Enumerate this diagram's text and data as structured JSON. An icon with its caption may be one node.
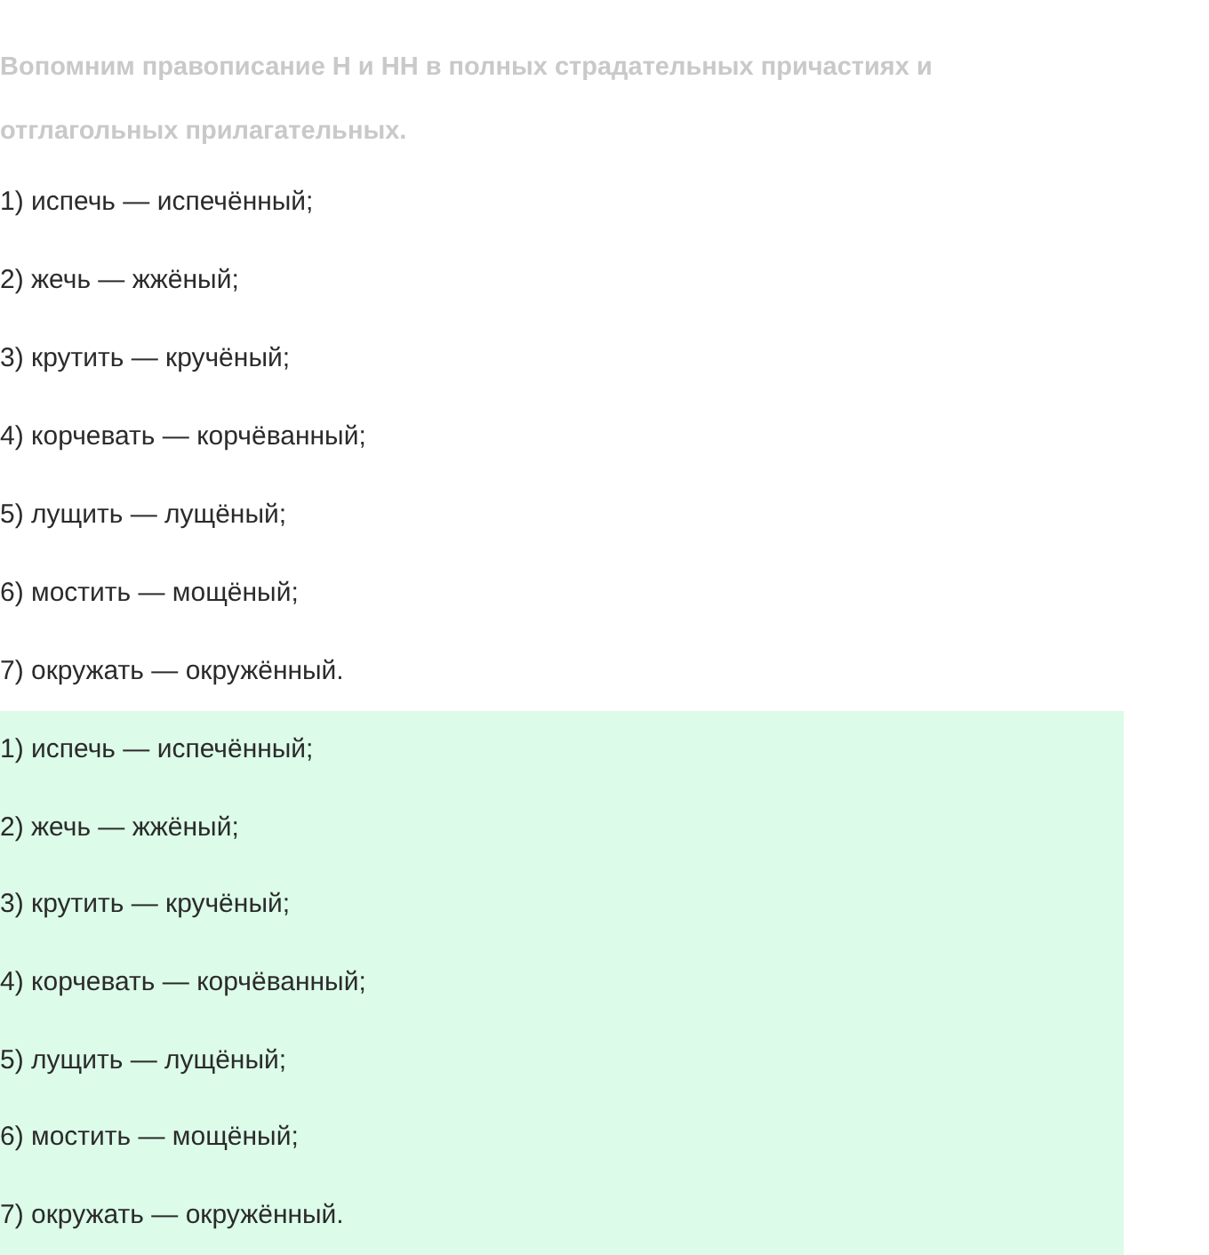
{
  "diagram": {
    "nodes": [
      {
        "text": [
          "1) испечь — испечённый;",
          "2) жечь — жжёный;",
          "3) крутить — кручёный;",
          "4) корчевать — корчёванный;",
          "5) лущить — лущёный;",
          "6) мостить — мощёный;",
          "7) окружать — окружённый."
        ]
      }
    ],
    "labels": [
      "Вопомним правописание Н и НН в полных страдательных причастиях и отглагольных прилагательных.",
      "1) испечь — испечённый;",
      "2) жечь — жжёный;",
      "3) крутить — кручёный;",
      "4) корчевать — корчёванный;",
      "5) лущить — лущёный;",
      "6) мостить — мощёный;",
      "7) окружать — окружённый."
    ]
  }
}
